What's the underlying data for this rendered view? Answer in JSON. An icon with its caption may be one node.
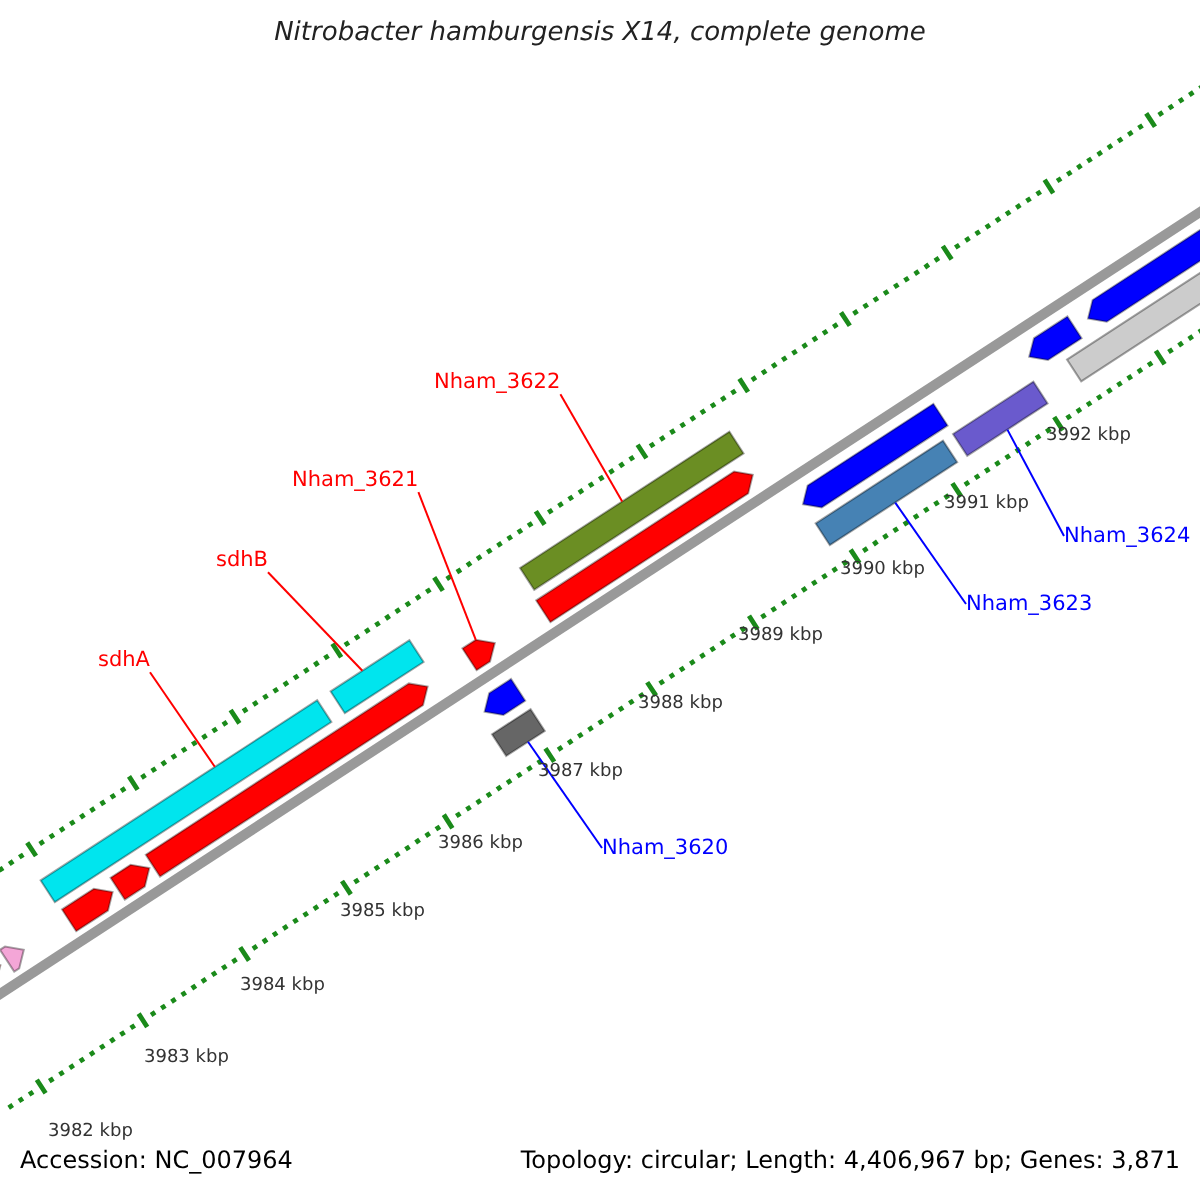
{
  "diagram": {
    "title": "Nitrobacter hamburgensis X14, complete genome",
    "nodes": [
      {
        "text": [
          "Nham_3622"
        ]
      },
      {
        "text": [
          "Nham_3621"
        ]
      },
      {
        "text": [
          "Nham_3624"
        ]
      },
      {
        "text": [
          "sdhB"
        ]
      },
      {
        "text": [
          "Nham_3623"
        ]
      },
      {
        "text": [
          "sdhA"
        ]
      },
      {
        "text": [
          "Nham_3620"
        ]
      },
      {
        "text": [],
        "shape": "bar"
      },
      {
        "text": [],
        "shape": "bar"
      },
      {
        "text": [],
        "shape": "bar"
      },
      {
        "text": [],
        "shape": "arrow"
      },
      {
        "text": [],
        "shape": "bar"
      },
      {
        "text": [],
        "shape": "bar"
      },
      {
        "text": [],
        "shape": "bar"
      }
    ],
    "edges": [
      {
        "from": 5,
        "to": 7,
        "arrow": "none"
      },
      {
        "from": 3,
        "to": 8,
        "arrow": "none"
      },
      {
        "from": 1,
        "to": 10,
        "arrow": "none"
      },
      {
        "from": 0,
        "to": 11,
        "arrow": "none"
      },
      {
        "from": 6,
        "to": 9,
        "arrow": "none",
        "color": "#0000ff"
      },
      {
        "from": 4,
        "to": 12,
        "arrow": "none",
        "color": "#0000ff"
      },
      {
        "from": 2,
        "to": 13,
        "arrow": "none",
        "color": "#0000ff"
      }
    ],
    "labels": [
      "3992 kbp",
      "3991 kbp",
      "3990 kbp",
      "3989 kbp",
      "3988 kbp",
      "3987 kbp",
      "3986 kbp",
      "3985 kbp",
      "3984 kbp",
      "3983 kbp",
      "3982 kbp",
      "Accession: NC_007964",
      "Topology: circular; Length: 4,406,967 bp; Genes: 3,871"
    ]
  }
}
